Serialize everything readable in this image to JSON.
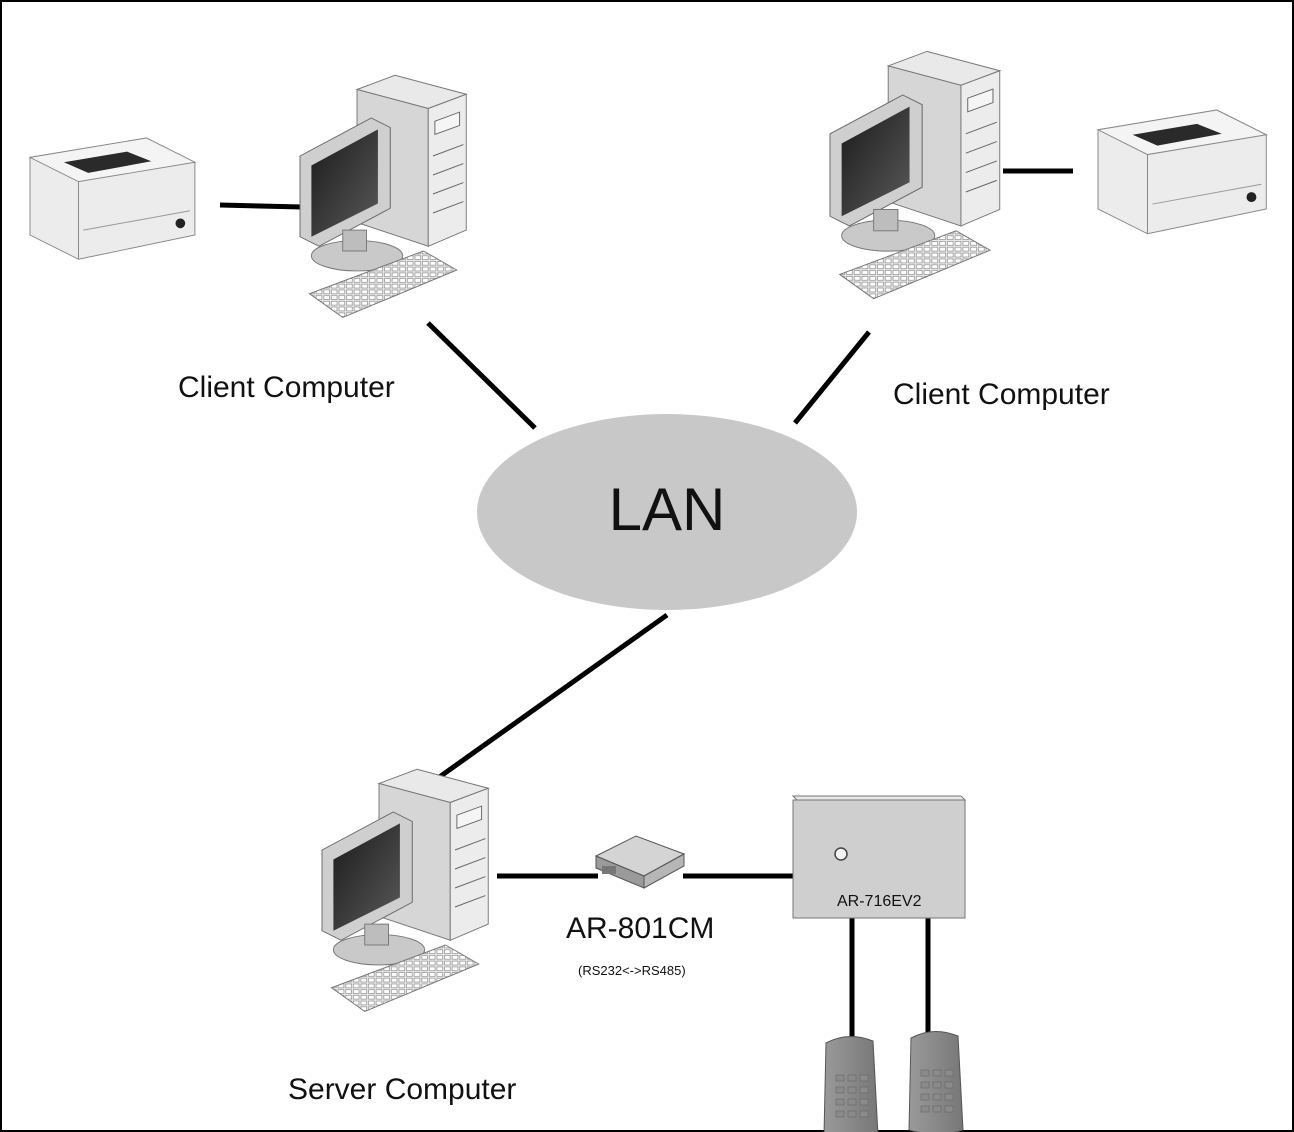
{
  "diagram": {
    "network_label": "LAN",
    "client_left_label": "Client Computer",
    "client_right_label": "Client Computer",
    "server_label": "Server Computer",
    "converter_label": "AR-801CM",
    "converter_sublabel": "(RS232<->RS485)",
    "controller_label": "AR-716EV2",
    "icons": {
      "printer_left": "printer-icon",
      "printer_right": "printer-icon",
      "client_left": "desktop-computer-icon",
      "client_right": "desktop-computer-icon",
      "server": "desktop-computer-icon",
      "converter": "converter-icon",
      "controller": "controller-box-icon",
      "reader_1": "card-reader-icon",
      "reader_2": "card-reader-icon"
    },
    "colors": {
      "lan_fill": "#c8c8c8",
      "line": "#000000",
      "device_gray": "#cfcfcf"
    }
  }
}
